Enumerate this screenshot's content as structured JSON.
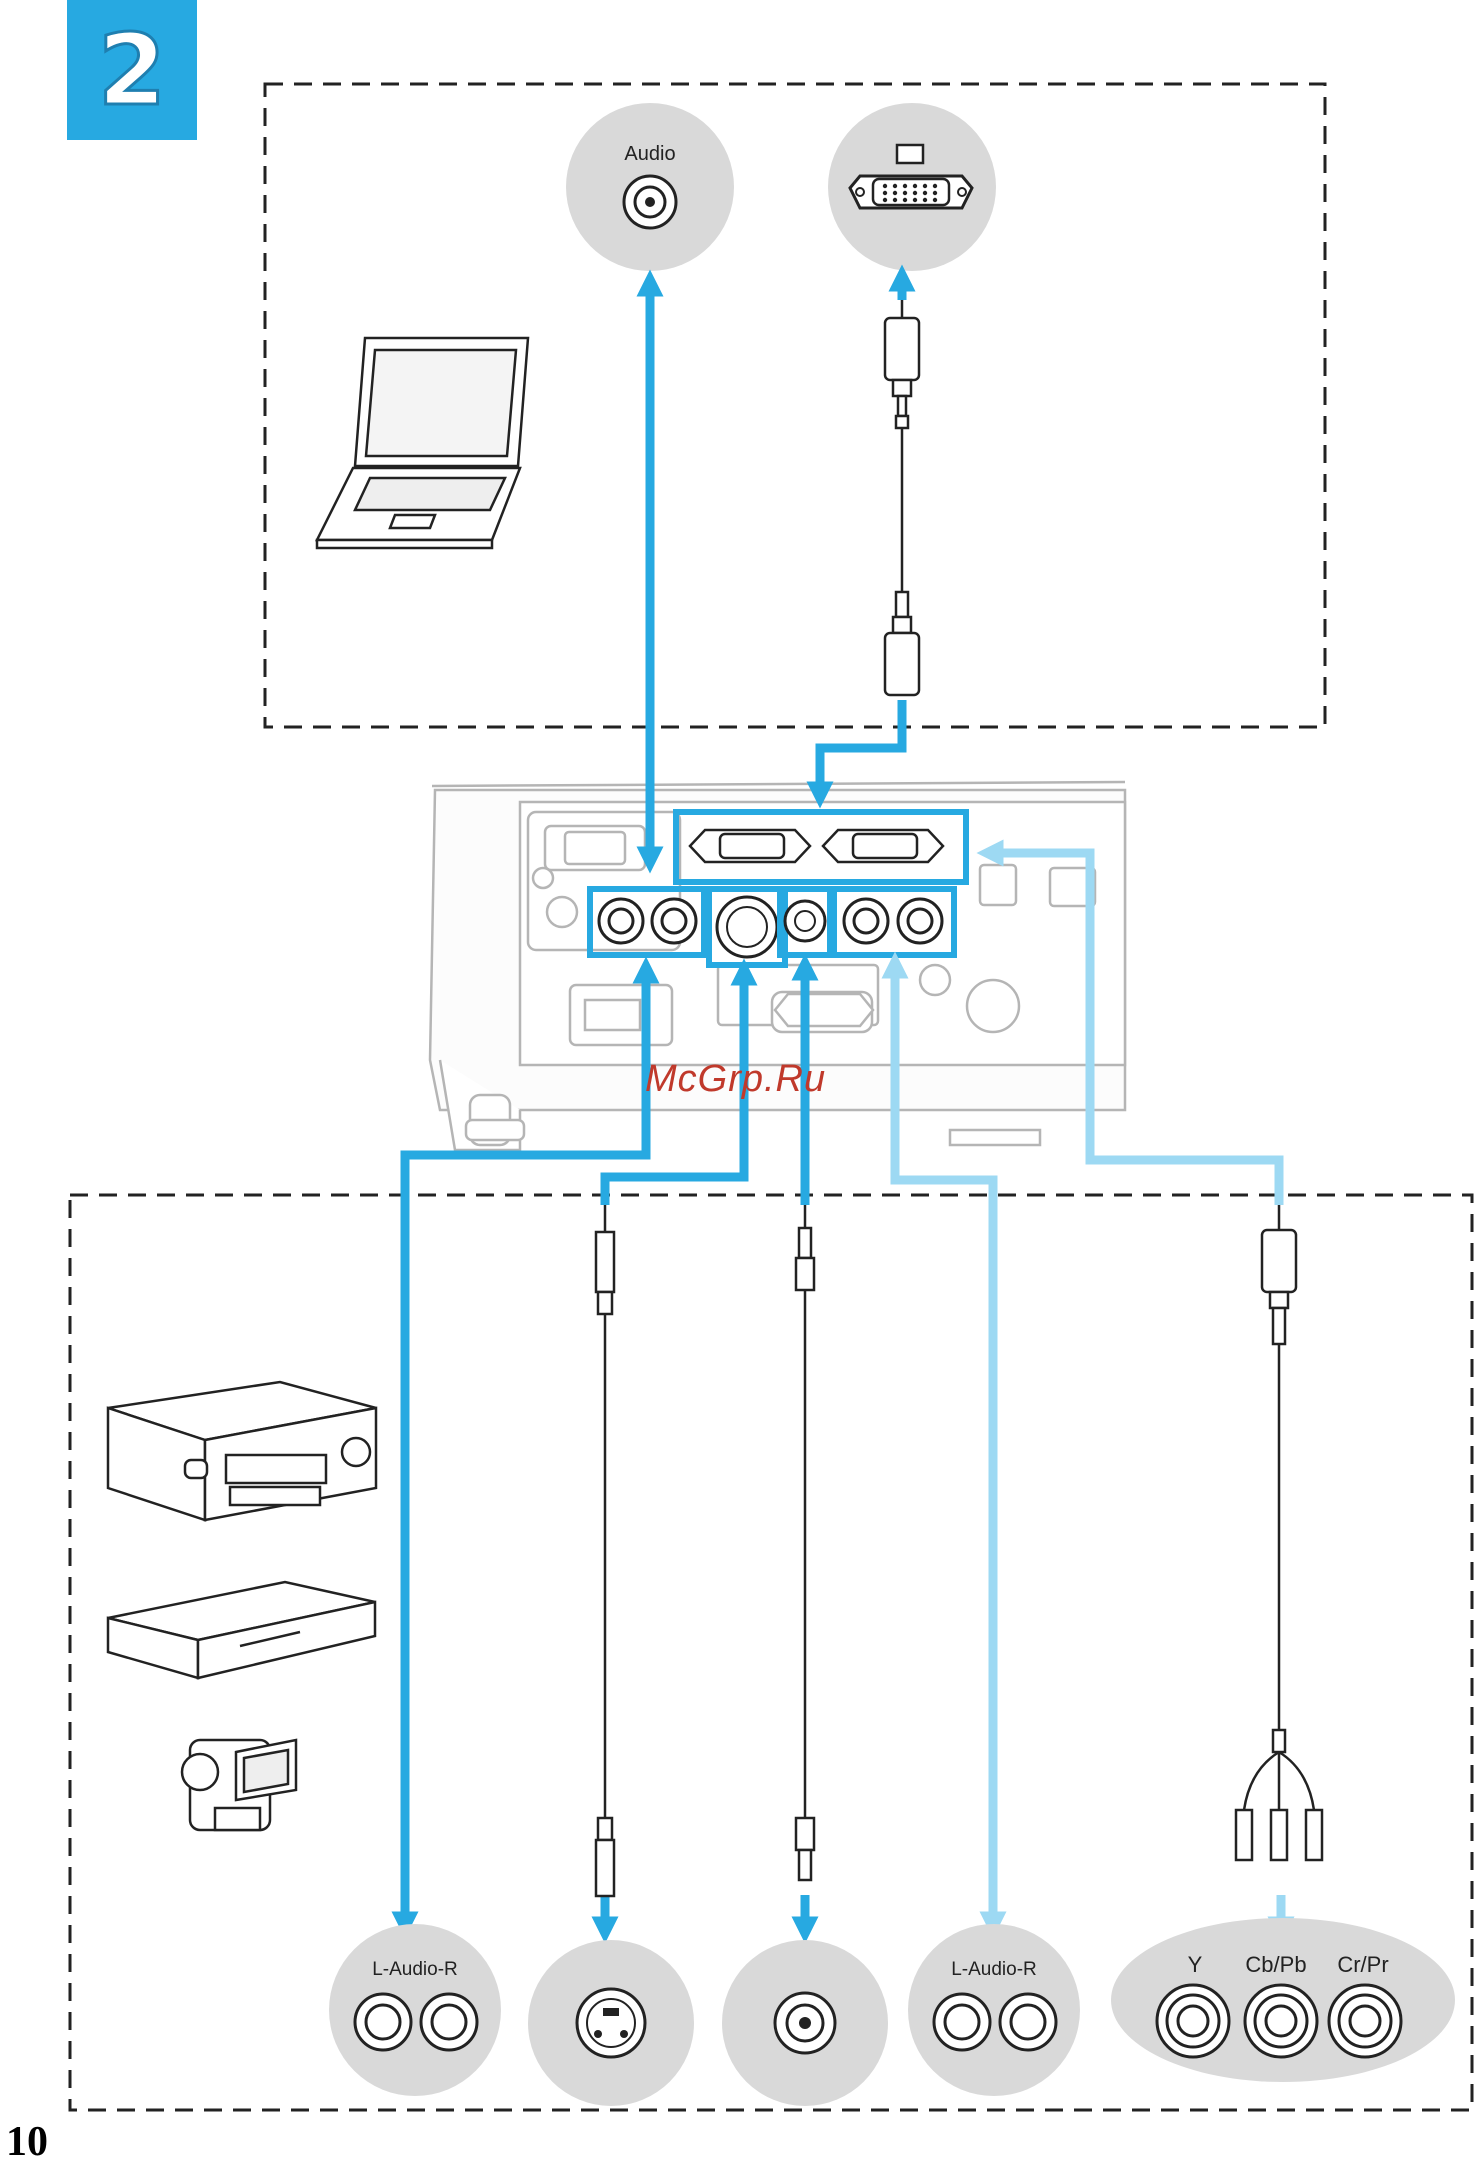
{
  "step_number": "2",
  "page_number": "10",
  "watermark": "McGrp.Ru",
  "colors": {
    "accent": "#27a9e1",
    "accent_light": "#9dd9f3",
    "port_bg": "#d9d9d9"
  },
  "computer_ports": {
    "audio_label": "Audio",
    "monitor_icon": "monitor-icon"
  },
  "video_ports": {
    "audio_left_label": "L-Audio-R",
    "audio_right_label": "L-Audio-R",
    "component_y": "Y",
    "component_cb": "Cb/Pb",
    "component_cr": "Cr/Pr"
  },
  "devices": [
    "laptop",
    "vcr",
    "dvd-player",
    "camcorder",
    "projector"
  ]
}
